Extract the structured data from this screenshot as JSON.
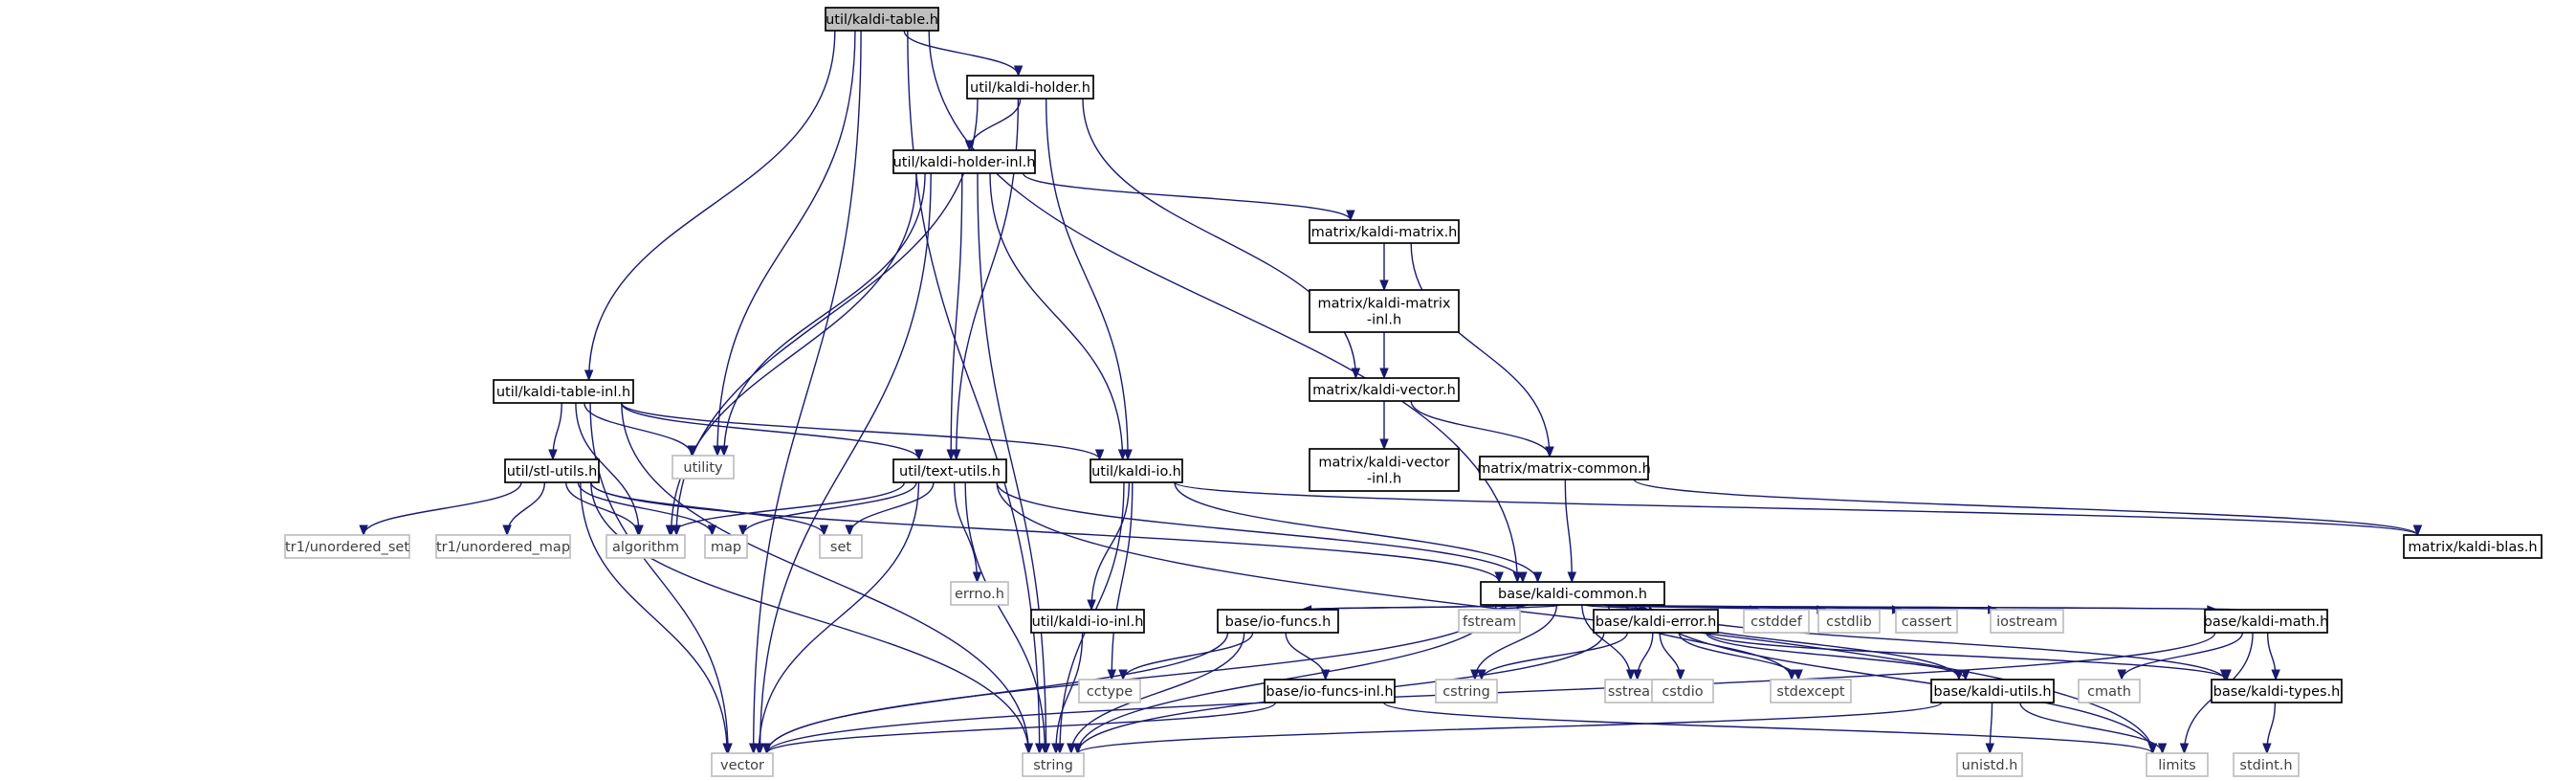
{
  "colors": {
    "edge": "#191970",
    "node_fill": "#ffffff",
    "root_fill": "#bfbfbf",
    "internal_border": "#000000",
    "external_border": "#bfbfbf",
    "internal_text": "#000000",
    "external_text": "#3f3f3f"
  },
  "nodes": [
    {
      "id": "kaldi-table",
      "lines": [
        "util/kaldi-table.h"
      ],
      "kind": "root"
    },
    {
      "id": "kaldi-holder",
      "lines": [
        "util/kaldi-holder.h"
      ],
      "kind": "internal"
    },
    {
      "id": "kaldi-holder-inl",
      "lines": [
        "util/kaldi-holder-inl.h"
      ],
      "kind": "internal"
    },
    {
      "id": "matrix-kaldi-matrix",
      "lines": [
        "matrix/kaldi-matrix.h"
      ],
      "kind": "internal"
    },
    {
      "id": "matrix-kaldi-matrix-inl",
      "lines": [
        "matrix/kaldi-matrix",
        "-inl.h"
      ],
      "kind": "internal"
    },
    {
      "id": "matrix-kaldi-vector",
      "lines": [
        "matrix/kaldi-vector.h"
      ],
      "kind": "internal"
    },
    {
      "id": "matrix-kaldi-vector-inl",
      "lines": [
        "matrix/kaldi-vector",
        "-inl.h"
      ],
      "kind": "internal"
    },
    {
      "id": "matrix-common",
      "lines": [
        "matrix/matrix-common.h"
      ],
      "kind": "internal"
    },
    {
      "id": "matrix-kaldi-blas",
      "lines": [
        "matrix/kaldi-blas.h"
      ],
      "kind": "internal"
    },
    {
      "id": "kaldi-table-inl",
      "lines": [
        "util/kaldi-table-inl.h"
      ],
      "kind": "internal"
    },
    {
      "id": "stl-utils",
      "lines": [
        "util/stl-utils.h"
      ],
      "kind": "internal"
    },
    {
      "id": "text-utils",
      "lines": [
        "util/text-utils.h"
      ],
      "kind": "internal"
    },
    {
      "id": "kaldi-io",
      "lines": [
        "util/kaldi-io.h"
      ],
      "kind": "internal"
    },
    {
      "id": "kaldi-io-inl",
      "lines": [
        "util/kaldi-io-inl.h"
      ],
      "kind": "internal"
    },
    {
      "id": "kaldi-common",
      "lines": [
        "base/kaldi-common.h"
      ],
      "kind": "internal"
    },
    {
      "id": "io-funcs",
      "lines": [
        "base/io-funcs.h"
      ],
      "kind": "internal"
    },
    {
      "id": "io-funcs-inl",
      "lines": [
        "base/io-funcs-inl.h"
      ],
      "kind": "internal"
    },
    {
      "id": "kaldi-error",
      "lines": [
        "base/kaldi-error.h"
      ],
      "kind": "internal"
    },
    {
      "id": "kaldi-utils",
      "lines": [
        "base/kaldi-utils.h"
      ],
      "kind": "internal"
    },
    {
      "id": "kaldi-math",
      "lines": [
        "base/kaldi-math.h"
      ],
      "kind": "internal"
    },
    {
      "id": "kaldi-types",
      "lines": [
        "base/kaldi-types.h"
      ],
      "kind": "internal"
    },
    {
      "id": "utility",
      "lines": [
        "utility"
      ],
      "kind": "external"
    },
    {
      "id": "algorithm",
      "lines": [
        "algorithm"
      ],
      "kind": "external"
    },
    {
      "id": "map",
      "lines": [
        "map"
      ],
      "kind": "external"
    },
    {
      "id": "set",
      "lines": [
        "set"
      ],
      "kind": "external"
    },
    {
      "id": "errno",
      "lines": [
        "errno.h"
      ],
      "kind": "external"
    },
    {
      "id": "tr1-unordered-set",
      "lines": [
        "tr1/unordered_set"
      ],
      "kind": "external"
    },
    {
      "id": "tr1-unordered-map",
      "lines": [
        "tr1/unordered_map"
      ],
      "kind": "external"
    },
    {
      "id": "vector",
      "lines": [
        "vector"
      ],
      "kind": "external"
    },
    {
      "id": "string",
      "lines": [
        "string"
      ],
      "kind": "external"
    },
    {
      "id": "limits",
      "lines": [
        "limits"
      ],
      "kind": "external"
    },
    {
      "id": "fstream",
      "lines": [
        "fstream"
      ],
      "kind": "external"
    },
    {
      "id": "cstddef",
      "lines": [
        "cstddef"
      ],
      "kind": "external"
    },
    {
      "id": "cstdlib",
      "lines": [
        "cstdlib"
      ],
      "kind": "external"
    },
    {
      "id": "cassert",
      "lines": [
        "cassert"
      ],
      "kind": "external"
    },
    {
      "id": "iostream",
      "lines": [
        "iostream"
      ],
      "kind": "external"
    },
    {
      "id": "sstream",
      "lines": [
        "sstream"
      ],
      "kind": "external"
    },
    {
      "id": "cstring",
      "lines": [
        "cstring"
      ],
      "kind": "external"
    },
    {
      "id": "cctype",
      "lines": [
        "cctype"
      ],
      "kind": "external"
    },
    {
      "id": "cstdio",
      "lines": [
        "cstdio"
      ],
      "kind": "external"
    },
    {
      "id": "stdexcept",
      "lines": [
        "stdexcept"
      ],
      "kind": "external"
    },
    {
      "id": "unistd",
      "lines": [
        "unistd.h"
      ],
      "kind": "external"
    },
    {
      "id": "cmath",
      "lines": [
        "cmath"
      ],
      "kind": "external"
    },
    {
      "id": "stdint",
      "lines": [
        "stdint.h"
      ],
      "kind": "external"
    }
  ],
  "edges": [
    [
      "kaldi-table",
      "kaldi-holder"
    ],
    [
      "kaldi-table",
      "kaldi-table-inl"
    ],
    [
      "kaldi-table",
      "utility"
    ],
    [
      "kaldi-table",
      "vector"
    ],
    [
      "kaldi-table",
      "string"
    ],
    [
      "kaldi-table",
      "kaldi-common"
    ],
    [
      "kaldi-holder",
      "kaldi-holder-inl"
    ],
    [
      "kaldi-holder",
      "algorithm"
    ],
    [
      "kaldi-holder",
      "text-utils"
    ],
    [
      "kaldi-holder",
      "kaldi-io"
    ],
    [
      "kaldi-holder",
      "matrix-kaldi-vector"
    ],
    [
      "kaldi-holder-inl",
      "matrix-kaldi-matrix"
    ],
    [
      "kaldi-holder-inl",
      "utility"
    ],
    [
      "kaldi-holder-inl",
      "algorithm"
    ],
    [
      "kaldi-holder-inl",
      "vector"
    ],
    [
      "kaldi-holder-inl",
      "string"
    ],
    [
      "kaldi-holder-inl",
      "text-utils"
    ],
    [
      "kaldi-holder-inl",
      "kaldi-io"
    ],
    [
      "matrix-kaldi-matrix",
      "matrix-kaldi-matrix-inl"
    ],
    [
      "matrix-kaldi-matrix",
      "matrix-common"
    ],
    [
      "matrix-kaldi-matrix-inl",
      "matrix-kaldi-vector"
    ],
    [
      "matrix-kaldi-vector",
      "matrix-kaldi-vector-inl"
    ],
    [
      "matrix-kaldi-vector",
      "matrix-common"
    ],
    [
      "matrix-common",
      "matrix-kaldi-blas"
    ],
    [
      "matrix-common",
      "kaldi-common"
    ],
    [
      "kaldi-table-inl",
      "stl-utils"
    ],
    [
      "kaldi-table-inl",
      "utility"
    ],
    [
      "kaldi-table-inl",
      "algorithm"
    ],
    [
      "kaldi-table-inl",
      "text-utils"
    ],
    [
      "kaldi-table-inl",
      "kaldi-io"
    ],
    [
      "kaldi-table-inl",
      "vector"
    ],
    [
      "kaldi-table-inl",
      "string"
    ],
    [
      "stl-utils",
      "tr1-unordered-set"
    ],
    [
      "stl-utils",
      "tr1-unordered-map"
    ],
    [
      "stl-utils",
      "algorithm"
    ],
    [
      "stl-utils",
      "map"
    ],
    [
      "stl-utils",
      "set"
    ],
    [
      "stl-utils",
      "vector"
    ],
    [
      "stl-utils",
      "string"
    ],
    [
      "stl-utils",
      "kaldi-common"
    ],
    [
      "text-utils",
      "algorithm"
    ],
    [
      "text-utils",
      "map"
    ],
    [
      "text-utils",
      "set"
    ],
    [
      "text-utils",
      "errno"
    ],
    [
      "text-utils",
      "vector"
    ],
    [
      "text-utils",
      "string"
    ],
    [
      "text-utils",
      "limits"
    ],
    [
      "text-utils",
      "kaldi-common"
    ],
    [
      "kaldi-io",
      "kaldi-io-inl"
    ],
    [
      "kaldi-io",
      "cctype"
    ],
    [
      "kaldi-io",
      "string"
    ],
    [
      "kaldi-io",
      "kaldi-common"
    ],
    [
      "kaldi-io",
      "matrix-kaldi-blas"
    ],
    [
      "kaldi-io-inl",
      "string"
    ],
    [
      "kaldi-common",
      "vector"
    ],
    [
      "kaldi-common",
      "string"
    ],
    [
      "kaldi-common",
      "fstream"
    ],
    [
      "kaldi-common",
      "cstring"
    ],
    [
      "kaldi-common",
      "sstream"
    ],
    [
      "kaldi-common",
      "cstddef"
    ],
    [
      "kaldi-common",
      "cstdlib"
    ],
    [
      "kaldi-common",
      "cassert"
    ],
    [
      "kaldi-common",
      "iostream"
    ],
    [
      "kaldi-common",
      "stdexcept"
    ],
    [
      "kaldi-common",
      "limits"
    ],
    [
      "kaldi-common",
      "io-funcs"
    ],
    [
      "kaldi-common",
      "kaldi-error"
    ],
    [
      "kaldi-common",
      "kaldi-utils"
    ],
    [
      "kaldi-common",
      "kaldi-math"
    ],
    [
      "kaldi-common",
      "kaldi-types"
    ],
    [
      "io-funcs",
      "kaldi-common"
    ],
    [
      "io-funcs",
      "io-funcs-inl"
    ],
    [
      "io-funcs",
      "cctype"
    ],
    [
      "io-funcs",
      "vector"
    ],
    [
      "io-funcs",
      "string"
    ],
    [
      "io-funcs-inl",
      "vector"
    ],
    [
      "io-funcs-inl",
      "limits"
    ],
    [
      "kaldi-error",
      "cstring"
    ],
    [
      "kaldi-error",
      "sstream"
    ],
    [
      "kaldi-error",
      "cstdio"
    ],
    [
      "kaldi-error",
      "stdexcept"
    ],
    [
      "kaldi-error",
      "string"
    ],
    [
      "kaldi-error",
      "kaldi-utils"
    ],
    [
      "kaldi-error",
      "kaldi-types"
    ],
    [
      "kaldi-utils",
      "unistd"
    ],
    [
      "kaldi-utils",
      "limits"
    ],
    [
      "kaldi-utils",
      "string"
    ],
    [
      "kaldi-math",
      "kaldi-common"
    ],
    [
      "kaldi-math",
      "cmath"
    ],
    [
      "kaldi-math",
      "limits"
    ],
    [
      "kaldi-math",
      "vector"
    ],
    [
      "kaldi-math",
      "kaldi-types"
    ],
    [
      "kaldi-types",
      "stdint"
    ]
  ]
}
